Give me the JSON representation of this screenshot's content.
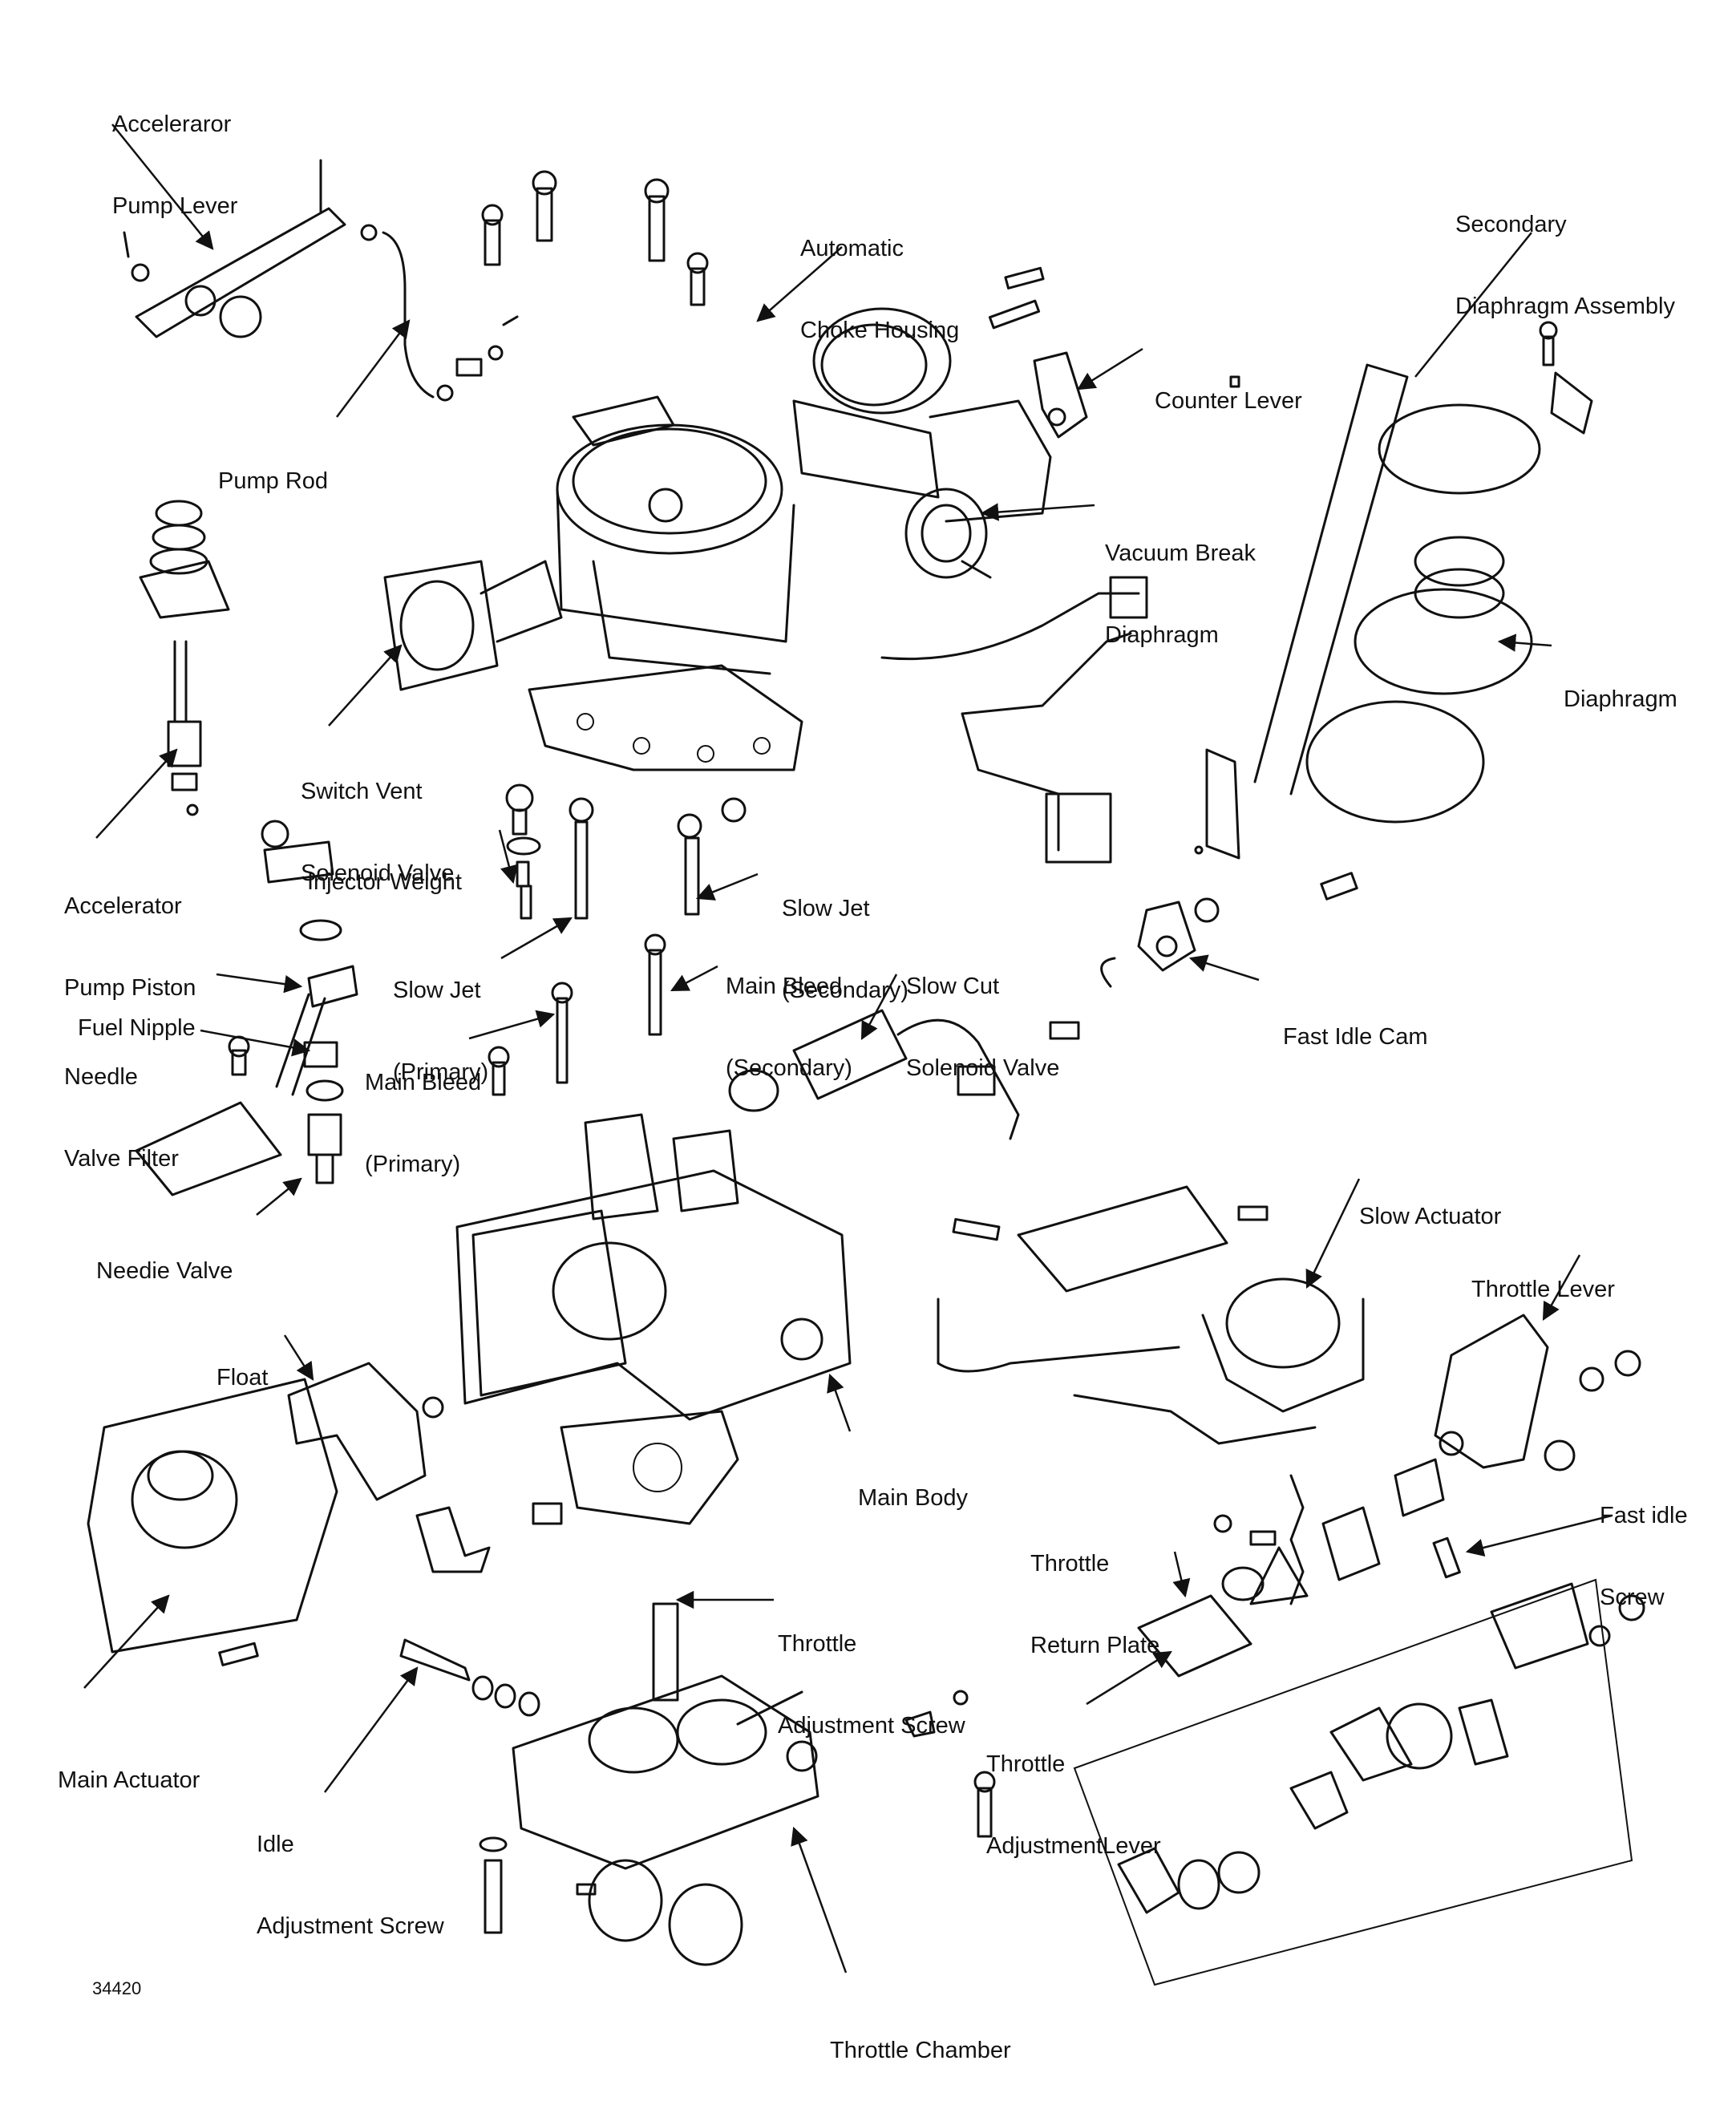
{
  "figure_number": "34420",
  "labels": {
    "accelerator_pump_lever": [
      "Acceleraror",
      "Pump Lever"
    ],
    "pump_rod": [
      "Pump Rod"
    ],
    "automatic_choke_housing": [
      "Automatic",
      "Choke Housing"
    ],
    "secondary_diaphragm_assembly": [
      "Secondary",
      "Diaphragm Assembly"
    ],
    "counter_lever": [
      "Counter Lever"
    ],
    "vacuum_break_diaphragm": [
      "Vacuum Break",
      "Diaphragm"
    ],
    "diaphragm": [
      "Diaphragm"
    ],
    "switch_vent_solenoid_valve": [
      "Switch Vent",
      "Solenoid Valve"
    ],
    "accelerator_pump_piston": [
      "Accelerator",
      "Pump Piston"
    ],
    "injector_weight": [
      "Injector Weight"
    ],
    "slow_jet_secondary": [
      "Slow Jet",
      "(Secondary)"
    ],
    "slow_jet_primary": [
      "Slow Jet",
      "(Primary)"
    ],
    "main_bleed_secondary": [
      "Main Bleed",
      "(Secondary)"
    ],
    "slow_cut_solenoid_valve": [
      "Slow Cut",
      "Solenoid Valve"
    ],
    "fast_idle_cam": [
      "Fast Idle Cam"
    ],
    "fuel_nipple": [
      "Fuel Nipple"
    ],
    "needle_valve_filter": [
      "Needle",
      "Valve Filter"
    ],
    "main_bleed_primary": [
      "Main Bleed",
      "(Primary)"
    ],
    "needle_valve": [
      "Needie Valve"
    ],
    "slow_actuator": [
      "Slow Actuator"
    ],
    "throttle_lever": [
      "Throttle Lever"
    ],
    "float": [
      "Float"
    ],
    "main_body": [
      "Main Body"
    ],
    "fast_idle_screw": [
      "Fast idle",
      "Screw"
    ],
    "throttle_return_plate": [
      "Throttle",
      "Return Plate"
    ],
    "throttle_adjustment_screw": [
      "Throttle",
      "Adjustment Screw"
    ],
    "main_actuator": [
      "Main Actuator"
    ],
    "throttle_adjustment_lever": [
      "Throttle",
      "AdjustmentLever"
    ],
    "idle_adjustment_screw": [
      "Idle",
      "Adjustment Screw"
    ],
    "throttle_chamber": [
      "Throttle Chamber"
    ]
  }
}
